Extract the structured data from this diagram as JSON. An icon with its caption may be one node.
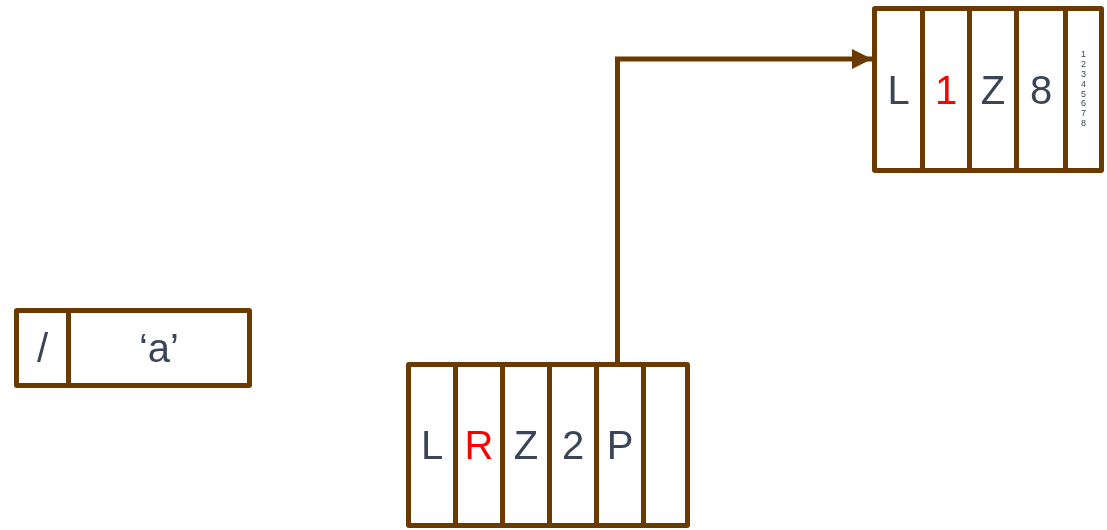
{
  "diagram": {
    "nodes": [
      {
        "text": [],
        "shape": "box"
      },
      {
        "text": [
          "L"
        ],
        "in": 0
      },
      {
        "text": [
          "1"
        ],
        "in": 0
      },
      {
        "text": [
          "Z"
        ],
        "in": 0
      },
      {
        "text": [
          "8"
        ],
        "in": 0
      },
      {
        "text": [
          "1 2 3 4 5 6 7 8"
        ],
        "in": 0
      },
      {
        "text": [],
        "shape": "box"
      },
      {
        "text": [
          "/"
        ],
        "in": 6
      },
      {
        "text": [
          "‘a’"
        ],
        "in": 6
      },
      {
        "text": [],
        "shape": "box"
      },
      {
        "text": [
          "L"
        ],
        "in": 9
      },
      {
        "text": [
          "R"
        ],
        "in": 9
      },
      {
        "text": [
          "Z"
        ],
        "in": 9
      },
      {
        "text": [
          "2"
        ],
        "in": 9
      },
      {
        "text": [
          "P"
        ],
        "in": 9
      },
      {
        "text": [],
        "shape": "box",
        "in": 9
      }
    ],
    "edges": [
      {
        "from": 14,
        "to": 0,
        "arrow": "to"
      }
    ]
  }
}
